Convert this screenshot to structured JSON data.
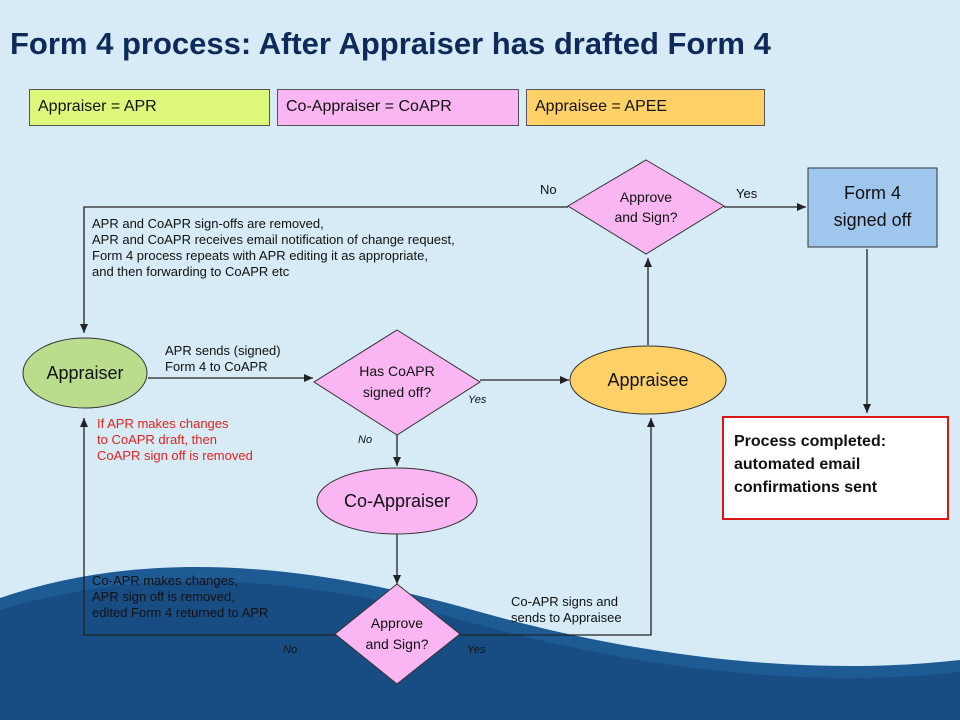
{
  "title": "Form 4 process:  After Appraiser has drafted Form 4",
  "legend": [
    {
      "label": "Appraiser = APR",
      "color": "#ddf77a"
    },
    {
      "label": "Co-Appraiser = CoAPR",
      "color": "#f9b6f2"
    },
    {
      "label": "Appraisee = APEE",
      "color": "#fdd168"
    }
  ],
  "nodes": {
    "appraiser": "Appraiser",
    "has_coapr": [
      "Has CoAPR",
      "signed off?"
    ],
    "appraisee": "Appraisee",
    "co_appraiser": "Co-Appraiser",
    "approve_top": [
      "Approve",
      "and Sign?"
    ],
    "approve_bottom": [
      "Approve",
      "and Sign?"
    ],
    "form4": [
      "Form 4",
      "signed off"
    ],
    "final": [
      "Process completed:",
      "automated email",
      "confirmations sent"
    ]
  },
  "labels": {
    "no_top": "No",
    "yes_top": "Yes",
    "removed": [
      "APR and CoAPR sign-offs are removed,",
      "APR and CoAPR receives email notification of change request,",
      "Form 4 process repeats with APR editing it as appropriate,",
      "and then forwarding to CoAPR etc"
    ],
    "apr_sends": [
      "APR sends (signed)",
      "Form 4 to CoAPR"
    ],
    "yes_mid": "Yes",
    "no_mid": "No",
    "apr_changes": [
      "If APR makes changes",
      "to CoAPR draft, then",
      "CoAPR sign off is removed"
    ],
    "coapr_changes": [
      "Co-APR makes changes,",
      "APR sign off is removed,",
      "edited Form 4 returned to APR"
    ],
    "coapr_signs": [
      "Co-APR signs and",
      "sends to Appraisee"
    ],
    "no_bottom": "No",
    "yes_bottom": "Yes"
  },
  "colors": {
    "background": "#d6ebf5",
    "wave": "#1e5a94",
    "appraiser": "#b9dd8c",
    "coappraiser": "#f9b6f2",
    "appraisee": "#fdd168",
    "form4": "#9fc7ee",
    "title": "#0e2a5a",
    "accent_red": "#d81818"
  }
}
